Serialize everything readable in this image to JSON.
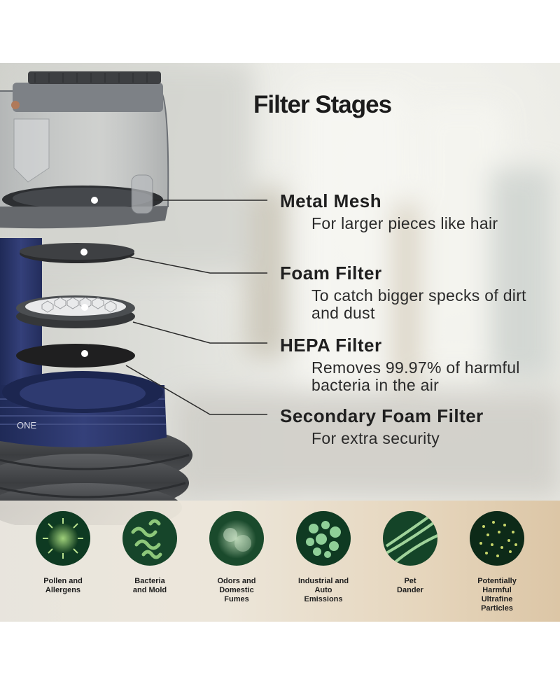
{
  "title": "Filter Stages",
  "stages": [
    {
      "name": "Metal Mesh",
      "desc": "For larger pieces like hair"
    },
    {
      "name": "Foam Filter",
      "desc": "To catch bigger specks of dirt and dust"
    },
    {
      "name": "HEPA Filter",
      "desc": "Removes 99.97% of harmful bacteria in the air"
    },
    {
      "name": "Secondary Foam Filter",
      "desc": "For extra security"
    }
  ],
  "particles": [
    {
      "label": "Pollen and\nAllergens",
      "icon": "pollen-icon"
    },
    {
      "label": "Bacteria\nand Mold",
      "icon": "bacteria-icon"
    },
    {
      "label": "Odors and\nDomestic\nFumes",
      "icon": "odor-icon"
    },
    {
      "label": "Industrial and\nAuto\nEmissions",
      "icon": "emissions-icon"
    },
    {
      "label": "Pet\nDander",
      "icon": "dander-icon"
    },
    {
      "label": "Potentially\nHarmful\nUltrafine\nParticles",
      "icon": "ultrafine-icon"
    }
  ],
  "device_brand": "ONE",
  "colors": {
    "device_navy": "#2a3568",
    "particle_green": "#1f5a33",
    "heading": "#1c1c1c"
  }
}
